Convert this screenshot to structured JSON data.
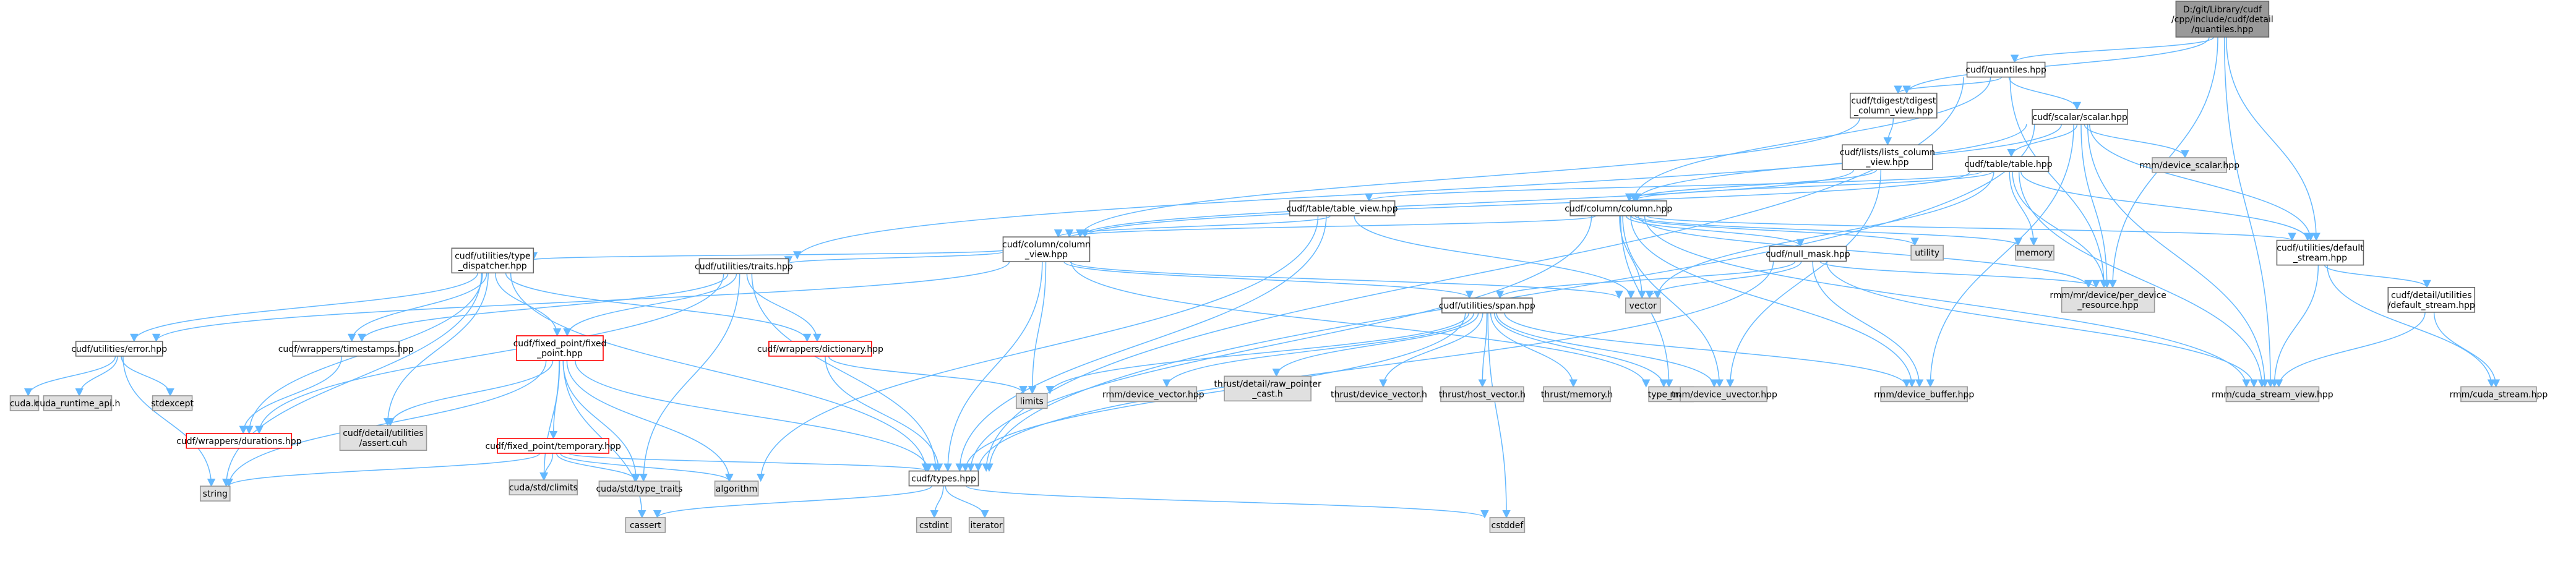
{
  "diagram": {
    "nodes": [
      {
        "id": "root",
        "lines": [
          "D:/git/Library/cudf",
          "/cpp/include/cudf/detail",
          "/quantiles.hpp"
        ],
        "style": "root"
      },
      {
        "id": "quantiles",
        "lines": [
          "cudf/quantiles.hpp"
        ],
        "style": "plain"
      },
      {
        "id": "tdigest",
        "lines": [
          "cudf/tdigest/tdigest",
          "_column_view.hpp"
        ],
        "style": "plain"
      },
      {
        "id": "scalar",
        "lines": [
          "cudf/scalar/scalar.hpp"
        ],
        "style": "plain"
      },
      {
        "id": "device_scalar",
        "lines": [
          "rmm/device_scalar.hpp"
        ],
        "style": "ext"
      },
      {
        "id": "lists_view",
        "lines": [
          "cudf/lists/lists_column",
          "_view.hpp"
        ],
        "style": "plain"
      },
      {
        "id": "table",
        "lines": [
          "cudf/table/table.hpp"
        ],
        "style": "plain"
      },
      {
        "id": "table_view",
        "lines": [
          "cudf/table/table_view.hpp"
        ],
        "style": "plain"
      },
      {
        "id": "column",
        "lines": [
          "cudf/column/column.hpp"
        ],
        "style": "plain"
      },
      {
        "id": "utility",
        "lines": [
          "utility"
        ],
        "style": "ext"
      },
      {
        "id": "memory",
        "lines": [
          "memory"
        ],
        "style": "ext"
      },
      {
        "id": "default_stream",
        "lines": [
          "cudf/utilities/default",
          "_stream.hpp"
        ],
        "style": "plain"
      },
      {
        "id": "column_view",
        "lines": [
          "cudf/column/column",
          "_view.hpp"
        ],
        "style": "plain"
      },
      {
        "id": "null_mask",
        "lines": [
          "cudf/null_mask.hpp"
        ],
        "style": "plain"
      },
      {
        "id": "vector",
        "lines": [
          "vector"
        ],
        "style": "ext"
      },
      {
        "id": "per_device",
        "lines": [
          "rmm/mr/device/per_device",
          "_resource.hpp"
        ],
        "style": "ext"
      },
      {
        "id": "detail_default_stream",
        "lines": [
          "cudf/detail/utilities",
          "/default_stream.hpp"
        ],
        "style": "plain"
      },
      {
        "id": "type_dispatcher",
        "lines": [
          "cudf/utilities/type",
          "_dispatcher.hpp"
        ],
        "style": "plain"
      },
      {
        "id": "traits",
        "lines": [
          "cudf/utilities/traits.hpp"
        ],
        "style": "plain"
      },
      {
        "id": "span",
        "lines": [
          "cudf/utilities/span.hpp"
        ],
        "style": "plain"
      },
      {
        "id": "error",
        "lines": [
          "cudf/utilities/error.hpp"
        ],
        "style": "plain"
      },
      {
        "id": "timestamps",
        "lines": [
          "cudf/wrappers/timestamps.hpp"
        ],
        "style": "plain"
      },
      {
        "id": "fixed_point",
        "lines": [
          "cudf/fixed_point/fixed",
          "_point.hpp"
        ],
        "style": "red"
      },
      {
        "id": "dictionary",
        "lines": [
          "cudf/wrappers/dictionary.hpp"
        ],
        "style": "red"
      },
      {
        "id": "device_vector_hpp",
        "lines": [
          "rmm/device_vector.hpp"
        ],
        "style": "ext"
      },
      {
        "id": "raw_pointer_cast",
        "lines": [
          "thrust/detail/raw_pointer",
          "_cast.h"
        ],
        "style": "ext"
      },
      {
        "id": "thrust_device_vector",
        "lines": [
          "thrust/device_vector.h"
        ],
        "style": "ext"
      },
      {
        "id": "thrust_host_vector",
        "lines": [
          "thrust/host_vector.h"
        ],
        "style": "ext"
      },
      {
        "id": "thrust_memory",
        "lines": [
          "thrust/memory.h"
        ],
        "style": "ext"
      },
      {
        "id": "type_traits",
        "lines": [
          "type_traits"
        ],
        "style": "ext"
      },
      {
        "id": "device_uvector",
        "lines": [
          "rmm/device_uvector.hpp"
        ],
        "style": "ext"
      },
      {
        "id": "device_buffer",
        "lines": [
          "rmm/device_buffer.hpp"
        ],
        "style": "ext"
      },
      {
        "id": "cuda_stream_view",
        "lines": [
          "rmm/cuda_stream_view.hpp"
        ],
        "style": "ext"
      },
      {
        "id": "cuda_stream",
        "lines": [
          "rmm/cuda_stream.hpp"
        ],
        "style": "ext"
      },
      {
        "id": "cuda_h",
        "lines": [
          "cuda.h"
        ],
        "style": "ext"
      },
      {
        "id": "cuda_runtime",
        "lines": [
          "cuda_runtime_api.h"
        ],
        "style": "ext"
      },
      {
        "id": "stdexcept",
        "lines": [
          "stdexcept"
        ],
        "style": "ext"
      },
      {
        "id": "durations",
        "lines": [
          "cudf/wrappers/durations.hpp"
        ],
        "style": "red"
      },
      {
        "id": "assert_cuh",
        "lines": [
          "cudf/detail/utilities",
          "/assert.cuh"
        ],
        "style": "ext"
      },
      {
        "id": "temporary",
        "lines": [
          "cudf/fixed_point/temporary.hpp"
        ],
        "style": "red"
      },
      {
        "id": "limits",
        "lines": [
          "limits"
        ],
        "style": "ext"
      },
      {
        "id": "string",
        "lines": [
          "string"
        ],
        "style": "ext"
      },
      {
        "id": "cuda_std_climits",
        "lines": [
          "cuda/std/climits"
        ],
        "style": "ext"
      },
      {
        "id": "cuda_std_type_traits",
        "lines": [
          "cuda/std/type_traits"
        ],
        "style": "ext"
      },
      {
        "id": "algorithm",
        "lines": [
          "algorithm"
        ],
        "style": "ext"
      },
      {
        "id": "types",
        "lines": [
          "cudf/types.hpp"
        ],
        "style": "plain"
      },
      {
        "id": "cassert",
        "lines": [
          "cassert"
        ],
        "style": "ext"
      },
      {
        "id": "cstdint",
        "lines": [
          "cstdint"
        ],
        "style": "ext"
      },
      {
        "id": "iterator",
        "lines": [
          "iterator"
        ],
        "style": "ext"
      },
      {
        "id": "cstddef",
        "lines": [
          "cstddef"
        ],
        "style": "ext"
      }
    ],
    "edges": [
      [
        "root",
        "quantiles"
      ],
      [
        "root",
        "tdigest"
      ],
      [
        "root",
        "default_stream"
      ],
      [
        "root",
        "per_device"
      ],
      [
        "root",
        "cuda_stream_view"
      ],
      [
        "quantiles",
        "tdigest"
      ],
      [
        "quantiles",
        "scalar"
      ],
      [
        "quantiles",
        "types"
      ],
      [
        "quantiles",
        "column"
      ],
      [
        "quantiles",
        "per_device"
      ],
      [
        "tdigest",
        "lists_view"
      ],
      [
        "tdigest",
        "column_view"
      ],
      [
        "scalar",
        "device_scalar"
      ],
      [
        "scalar",
        "table"
      ],
      [
        "scalar",
        "column"
      ],
      [
        "scalar",
        "traits"
      ],
      [
        "scalar",
        "default_stream"
      ],
      [
        "scalar",
        "per_device"
      ],
      [
        "scalar",
        "cuda_stream_view"
      ],
      [
        "scalar",
        "device_buffer"
      ],
      [
        "scalar",
        "types"
      ],
      [
        "lists_view",
        "column"
      ],
      [
        "lists_view",
        "column_view"
      ],
      [
        "lists_view",
        "device_uvector"
      ],
      [
        "table",
        "table_view"
      ],
      [
        "table",
        "column"
      ],
      [
        "table",
        "memory"
      ],
      [
        "table",
        "vector"
      ],
      [
        "table",
        "default_stream"
      ],
      [
        "table",
        "per_device"
      ],
      [
        "table",
        "cuda_stream_view"
      ],
      [
        "table",
        "column_view"
      ],
      [
        "table_view",
        "column_view"
      ],
      [
        "table_view",
        "types"
      ],
      [
        "table_view",
        "vector"
      ],
      [
        "table_view",
        "algorithm"
      ],
      [
        "column",
        "column_view"
      ],
      [
        "column",
        "null_mask"
      ],
      [
        "column",
        "utility"
      ],
      [
        "column",
        "memory"
      ],
      [
        "column",
        "default_stream"
      ],
      [
        "column",
        "vector"
      ],
      [
        "column",
        "per_device"
      ],
      [
        "column",
        "cuda_stream_view"
      ],
      [
        "column",
        "device_buffer"
      ],
      [
        "column",
        "device_uvector"
      ],
      [
        "column",
        "type_traits"
      ],
      [
        "column",
        "types"
      ],
      [
        "default_stream",
        "detail_default_stream"
      ],
      [
        "default_stream",
        "cuda_stream_view"
      ],
      [
        "default_stream",
        "cuda_stream"
      ],
      [
        "detail_default_stream",
        "cuda_stream_view"
      ],
      [
        "detail_default_stream",
        "cuda_stream"
      ],
      [
        "column_view",
        "type_dispatcher"
      ],
      [
        "column_view",
        "traits"
      ],
      [
        "column_view",
        "span"
      ],
      [
        "column_view",
        "error"
      ],
      [
        "column_view",
        "types"
      ],
      [
        "column_view",
        "limits"
      ],
      [
        "column_view",
        "type_traits"
      ],
      [
        "column_view",
        "vector"
      ],
      [
        "null_mask",
        "span"
      ],
      [
        "null_mask",
        "vector"
      ],
      [
        "null_mask",
        "device_buffer"
      ],
      [
        "null_mask",
        "per_device"
      ],
      [
        "null_mask",
        "types"
      ],
      [
        "null_mask",
        "cuda_stream_view"
      ],
      [
        "type_dispatcher",
        "error"
      ],
      [
        "type_dispatcher",
        "timestamps"
      ],
      [
        "type_dispatcher",
        "fixed_point"
      ],
      [
        "type_dispatcher",
        "dictionary"
      ],
      [
        "type_dispatcher",
        "durations"
      ],
      [
        "type_dispatcher",
        "assert_cuh"
      ],
      [
        "type_dispatcher",
        "string"
      ],
      [
        "type_dispatcher",
        "types"
      ],
      [
        "traits",
        "timestamps"
      ],
      [
        "traits",
        "fixed_point"
      ],
      [
        "traits",
        "dictionary"
      ],
      [
        "traits",
        "durations"
      ],
      [
        "traits",
        "cuda_std_type_traits"
      ],
      [
        "traits",
        "types"
      ],
      [
        "span",
        "device_vector_hpp"
      ],
      [
        "span",
        "raw_pointer_cast"
      ],
      [
        "span",
        "thrust_device_vector"
      ],
      [
        "span",
        "thrust_host_vector"
      ],
      [
        "span",
        "thrust_memory"
      ],
      [
        "span",
        "type_traits"
      ],
      [
        "span",
        "device_uvector"
      ],
      [
        "span",
        "device_buffer"
      ],
      [
        "span",
        "limits"
      ],
      [
        "span",
        "cstddef"
      ],
      [
        "span",
        "types"
      ],
      [
        "error",
        "cuda_h"
      ],
      [
        "error",
        "cuda_runtime"
      ],
      [
        "error",
        "stdexcept"
      ],
      [
        "error",
        "string"
      ],
      [
        "timestamps",
        "durations"
      ],
      [
        "fixed_point",
        "temporary"
      ],
      [
        "fixed_point",
        "assert_cuh"
      ],
      [
        "fixed_point",
        "cuda_std_climits"
      ],
      [
        "fixed_point",
        "cuda_std_type_traits"
      ],
      [
        "fixed_point",
        "algorithm"
      ],
      [
        "fixed_point",
        "cassert"
      ],
      [
        "fixed_point",
        "string"
      ],
      [
        "fixed_point",
        "types"
      ],
      [
        "dictionary",
        "types"
      ],
      [
        "dictionary",
        "limits"
      ],
      [
        "temporary",
        "types"
      ],
      [
        "temporary",
        "string"
      ],
      [
        "temporary",
        "cuda_std_climits"
      ],
      [
        "temporary",
        "cuda_std_type_traits"
      ],
      [
        "temporary",
        "algorithm"
      ],
      [
        "types",
        "cassert"
      ],
      [
        "types",
        "cstdint"
      ],
      [
        "types",
        "iterator"
      ],
      [
        "types",
        "cstddef"
      ]
    ]
  },
  "colors": {
    "edge": "#63b8ff",
    "plain_fill": "#ffffff",
    "plain_stroke": "#666666",
    "ext_fill": "#e0e0e0",
    "ext_stroke": "#999999",
    "red_fill": "#ffffff",
    "red_stroke": "#ff0000",
    "root_fill": "#999999",
    "root_stroke": "#666666"
  }
}
